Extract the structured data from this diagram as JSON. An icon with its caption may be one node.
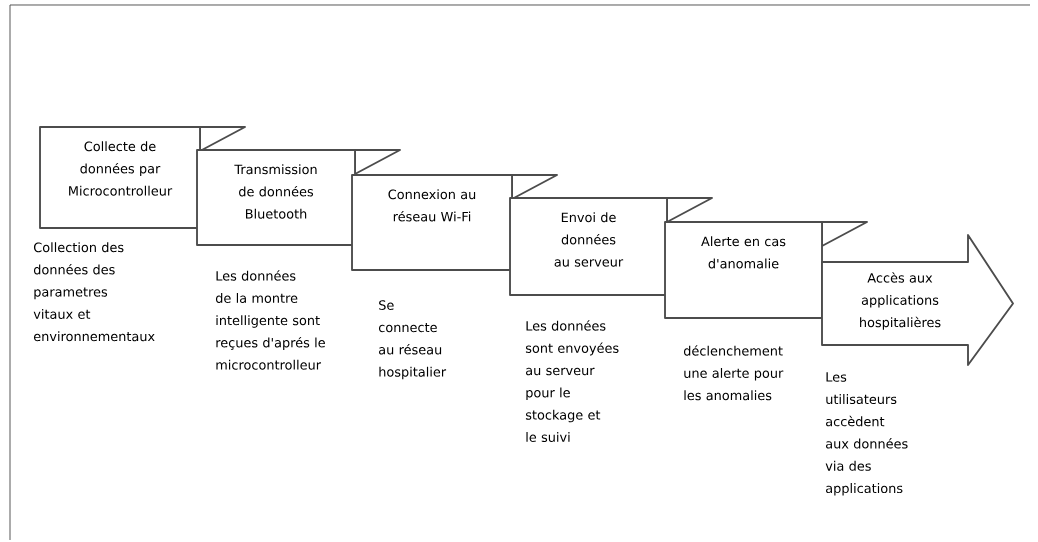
{
  "diagram": {
    "nodes": [
      {
        "text": [
          "Collecte de données par Microcontrolleur"
        ],
        "beside": [
          "Collection des données des parametres vitaux et environnementaux"
        ]
      },
      {
        "text": [
          "Transmission de données Bluetooth"
        ],
        "beside": [
          "Les données de la montre intelligente sont reçues d'aprés le microcontrolleur"
        ]
      },
      {
        "text": [
          "Connexion au réseau Wi-Fi"
        ],
        "beside": [
          "Se connecte au réseau hospitalier"
        ]
      },
      {
        "text": [
          "Envoi de données au serveur"
        ],
        "beside": [
          "Les données sont envoyées au serveur pour le stockage et le suivi"
        ]
      },
      {
        "text": [
          "Alerte en cas d'anomalie"
        ],
        "beside": [
          "déclenchement une alerte pour les anomalies"
        ]
      },
      {
        "text": [
          "Accès aux applications hospitalières"
        ],
        "beside": [
          "Les utilisateurs accèdent aux données via des applications"
        ]
      }
    ]
  }
}
